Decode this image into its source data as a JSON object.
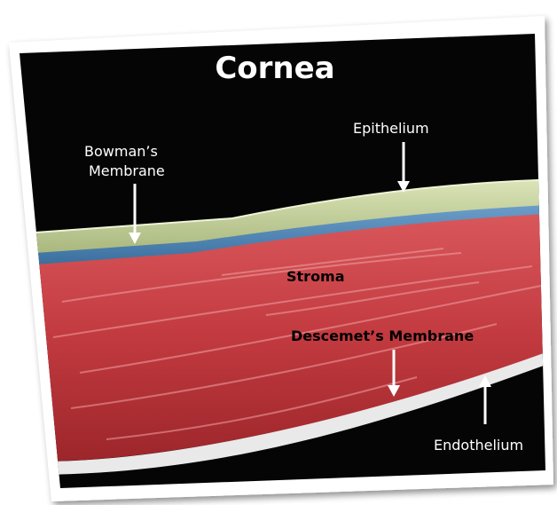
{
  "title": "Cornea",
  "labels": {
    "bowman_line1": "Bowman’s",
    "bowman_line2": "Membrane",
    "epithelium": "Epithelium",
    "stroma": "Stroma",
    "descemet": "Descemet’s Membrane",
    "endothelium": "Endothelium"
  },
  "colors": {
    "background": "#050505",
    "frame": "#ffffff",
    "epithelium": "#c7d2a0",
    "bowman": "#4f86b6",
    "stroma": "#c23a3f",
    "descemet": "#e9e9e9",
    "label_text_dark": "#ffffff",
    "label_text_light": "#000000"
  }
}
